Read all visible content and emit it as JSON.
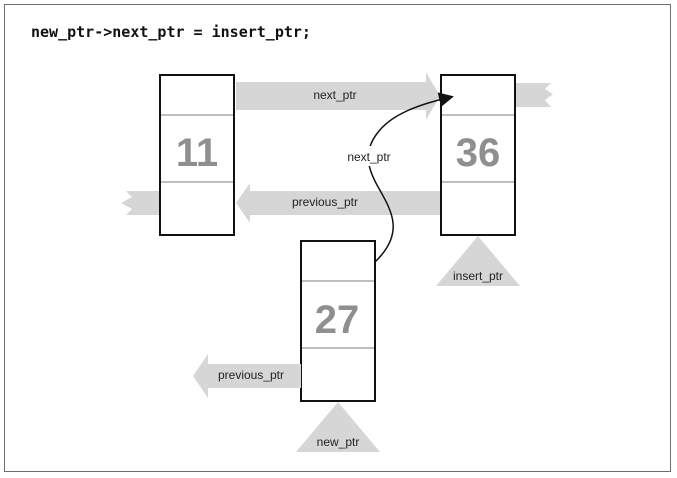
{
  "diagram": {
    "statement": "new_ptr->next_ptr = insert_ptr;",
    "nodes": [
      {
        "value": "11"
      },
      {
        "value": "36"
      },
      {
        "value": "27"
      }
    ],
    "labels": {
      "top_next_ptr": "next_ptr",
      "curved_next_ptr": "next_ptr",
      "top_previous_ptr": "previous_ptr",
      "insert_ptr": "insert_ptr",
      "bottom_previous_ptr": "previous_ptr",
      "new_ptr": "new_ptr"
    },
    "colors": {
      "arrow": "#d6d6d6",
      "outline": "#111111",
      "node_value": "#8f8f8f",
      "frame": "#6f6f6f"
    }
  }
}
